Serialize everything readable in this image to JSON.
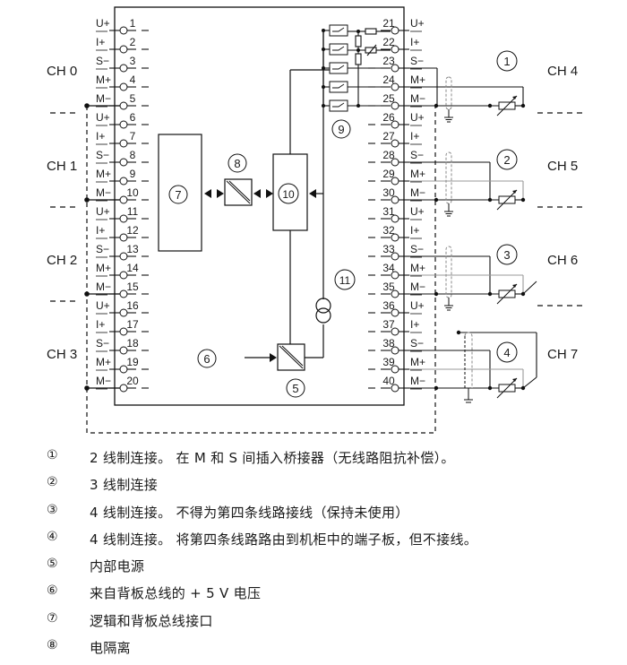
{
  "diagram": {
    "left_terminals": [
      {
        "num": "1",
        "sig": "U+"
      },
      {
        "num": "2",
        "sig": "I+"
      },
      {
        "num": "3",
        "sig": "S−"
      },
      {
        "num": "4",
        "sig": "M+"
      },
      {
        "num": "5",
        "sig": "M−"
      },
      {
        "num": "6",
        "sig": "U+"
      },
      {
        "num": "7",
        "sig": "I+"
      },
      {
        "num": "8",
        "sig": "S−"
      },
      {
        "num": "9",
        "sig": "M+"
      },
      {
        "num": "10",
        "sig": "M−"
      },
      {
        "num": "11",
        "sig": "U+"
      },
      {
        "num": "12",
        "sig": "I+"
      },
      {
        "num": "13",
        "sig": "S−"
      },
      {
        "num": "14",
        "sig": "M+"
      },
      {
        "num": "15",
        "sig": "M−"
      },
      {
        "num": "16",
        "sig": "U+"
      },
      {
        "num": "17",
        "sig": "I+"
      },
      {
        "num": "18",
        "sig": "S−"
      },
      {
        "num": "19",
        "sig": "M+"
      },
      {
        "num": "20",
        "sig": "M−"
      }
    ],
    "right_terminals": [
      {
        "num": "21",
        "sig": "U+"
      },
      {
        "num": "22",
        "sig": "I+"
      },
      {
        "num": "23",
        "sig": "S−"
      },
      {
        "num": "24",
        "sig": "M+"
      },
      {
        "num": "25",
        "sig": "M−"
      },
      {
        "num": "26",
        "sig": "U+"
      },
      {
        "num": "27",
        "sig": "I+"
      },
      {
        "num": "28",
        "sig": "S−"
      },
      {
        "num": "29",
        "sig": "M+"
      },
      {
        "num": "30",
        "sig": "M−"
      },
      {
        "num": "31",
        "sig": "U+"
      },
      {
        "num": "32",
        "sig": "I+"
      },
      {
        "num": "33",
        "sig": "S−"
      },
      {
        "num": "34",
        "sig": "M+"
      },
      {
        "num": "35",
        "sig": "M−"
      },
      {
        "num": "36",
        "sig": "U+"
      },
      {
        "num": "37",
        "sig": "I+"
      },
      {
        "num": "38",
        "sig": "S−"
      },
      {
        "num": "39",
        "sig": "M+"
      },
      {
        "num": "40",
        "sig": "M−"
      }
    ],
    "left_channels": [
      "CH 0",
      "CH 1",
      "CH 2",
      "CH 3"
    ],
    "right_channels": [
      "CH 4",
      "CH 5",
      "CH 6",
      "CH 7"
    ],
    "callouts": {
      "c1": "1",
      "c2": "2",
      "c3": "3",
      "c4": "4",
      "c5": "5",
      "c6": "6",
      "c7": "7",
      "c8": "8",
      "c9": "9",
      "c10": "10",
      "c11": "11"
    }
  },
  "legend": [
    {
      "marker": "①",
      "text": "2 线制连接。 在 M 和 S 间插入桥接器（无线路阻抗补偿）。"
    },
    {
      "marker": "②",
      "text": "3 线制连接"
    },
    {
      "marker": "③",
      "text": "4 线制连接。 不得为第四条线路接线（保持未使用）"
    },
    {
      "marker": "④",
      "text": "4 线制连接。 将第四条线路路由到机柜中的端子板，但不接线。"
    },
    {
      "marker": "⑤",
      "text": "内部电源"
    },
    {
      "marker": "⑥",
      "text": "来自背板总线的 + 5 V 电压"
    },
    {
      "marker": "⑦",
      "text": "逻辑和背板总线接口"
    },
    {
      "marker": "⑧",
      "text": "电隔离"
    }
  ]
}
